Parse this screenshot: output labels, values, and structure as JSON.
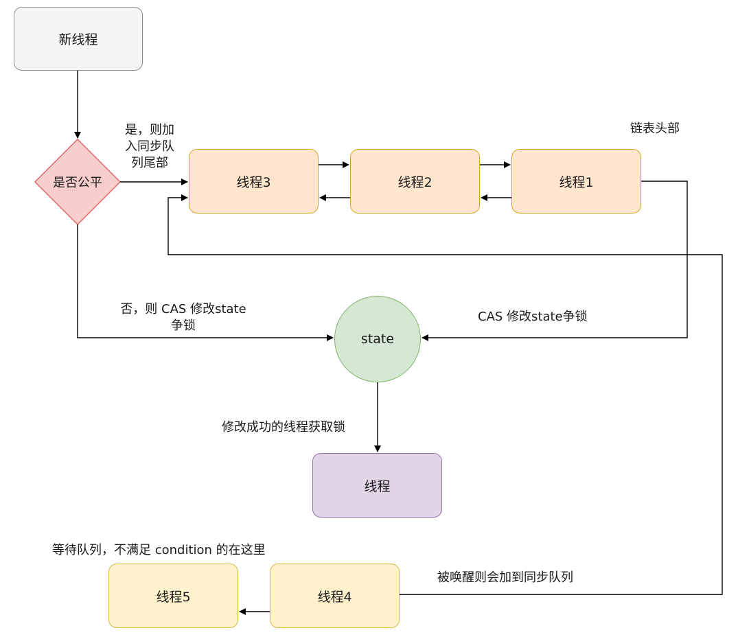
{
  "nodes": {
    "new_thread": "新线程",
    "is_fair": "是否公平",
    "thread3": "线程3",
    "thread2": "线程2",
    "thread1": "线程1",
    "state": "state",
    "lock_thread": "线程",
    "thread5": "线程5",
    "thread4": "线程4"
  },
  "labels": {
    "yes_line1": "是，则加",
    "yes_line2": "入同步队",
    "yes_line3": "列尾部",
    "list_head": "链表头部",
    "no_line1": "否，则 CAS 修改state",
    "no_line2": "争锁",
    "cas_right": "CAS 修改state争锁",
    "success": "修改成功的线程获取锁",
    "wait_queue": "等待队列，不满足 condition 的在这里",
    "wakeup": "被唤醒则会加到同步队列"
  },
  "colors": {
    "new_fill": "#f5f5f5",
    "decision_fill": "#f8cecc",
    "decision_stroke": "#e06666",
    "sync_fill": "#ffe6cc",
    "state_fill": "#d5e8d4",
    "lock_fill": "#e1d5e7",
    "wait_fill": "#fff2cc",
    "edge": "#000000"
  }
}
